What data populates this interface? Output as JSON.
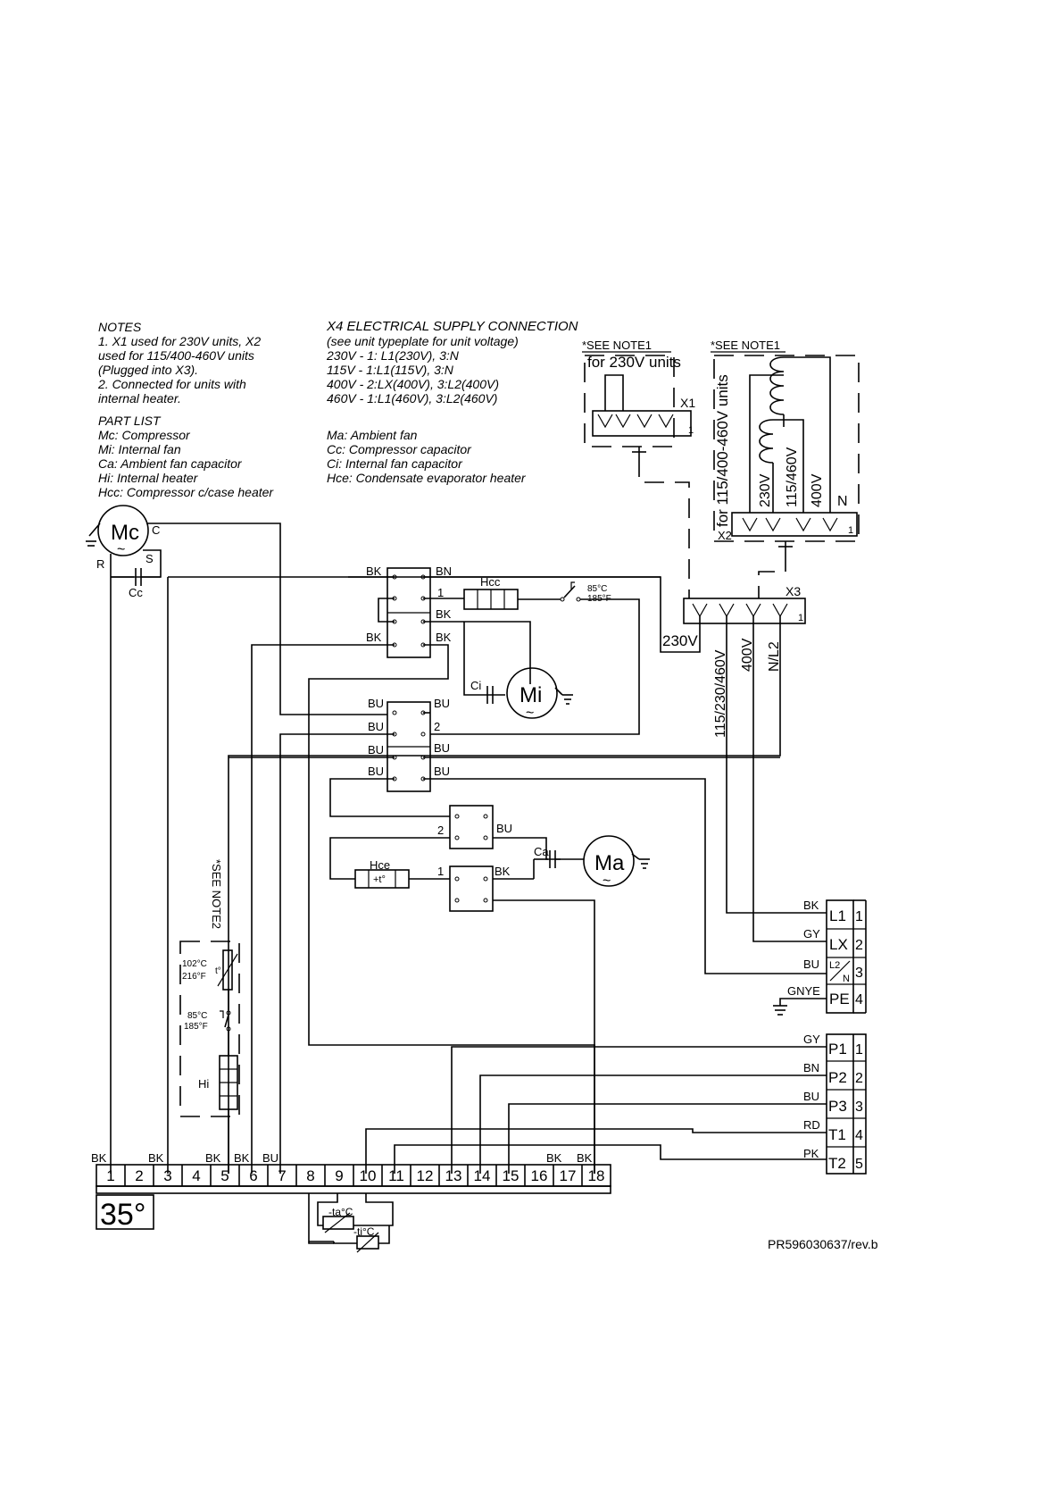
{
  "notes": {
    "title": "NOTES",
    "lines": [
      "1. X1 used for 230V units, X2",
      "used for 115/400-460V units",
      "(Plugged into X3).",
      "2. Connected for units with",
      "internal heater."
    ]
  },
  "parts": {
    "title": "PART LIST",
    "left": [
      "Mc: Compressor",
      "Mi: Internal fan",
      "Ca: Ambient fan capacitor",
      "Hi: Internal heater",
      "Hcc: Compressor c/case heater"
    ],
    "right": [
      "Ma: Ambient fan",
      "Cc: Compressor capacitor",
      "Ci: Internal fan capacitor",
      "Hce: Condensate evaporator heater"
    ]
  },
  "supply": {
    "title": "X4 ELECTRICAL SUPPLY CONNECTION",
    "lines": [
      "(see unit typeplate for unit voltage)",
      "230V - 1: L1(230V), 3:N",
      "115V - 1:L1(115V), 3:N",
      "400V - 2:LX(400V), 3:L2(400V)",
      "460V - 1:L1(460V), 3:L2(460V)"
    ]
  },
  "x1": {
    "note": "*SEE NOTE1",
    "title": "for 230V units",
    "label": "X1",
    "pin": "1"
  },
  "x2": {
    "note": "*SEE NOTE1",
    "title": "for 115/400-460V units",
    "label": "X2",
    "pin": "1",
    "taps": [
      "230V",
      "115/460V",
      "400V",
      "N"
    ]
  },
  "x3": {
    "label": "X3",
    "pin": "1",
    "feed230": "230V",
    "feeds": [
      "115/230/460V",
      "400V",
      "N/L2"
    ]
  },
  "components": {
    "mc": "Mc",
    "mi": "Mi",
    "ma": "Ma",
    "cc": "Cc",
    "ci": "Ci",
    "ca": "Ca",
    "hcc": "Hcc",
    "hce": "Hce",
    "hce_temp": "+t°",
    "hi": "Hi",
    "mc_c": "C",
    "mc_r": "R",
    "mc_s": "S",
    "tilde": "~",
    "thermo_hcc": [
      "85°C",
      "185°F"
    ],
    "thermo_hi_top": [
      "102°C",
      "216°F"
    ],
    "thermo_hi_mid": [
      "85°C",
      "185°F"
    ],
    "t_symbol": "t°",
    "see_note2": "*SEE NOTE2",
    "sensor_ta": "-ta°C",
    "sensor_ti": "-ti°C"
  },
  "relay1": {
    "tl": "BK",
    "tr": "BN",
    "r2": "1",
    "r3": "BK",
    "bl": "BK",
    "br": "BK"
  },
  "relay2": {
    "l1": "BU",
    "r1": "BU",
    "l2": "BU",
    "r2": "2",
    "l3": "BU",
    "r3": "BU",
    "l4": "BU",
    "r4": "BU"
  },
  "relay3": {
    "l": "2",
    "r": "BU"
  },
  "relay4": {
    "l": "1",
    "r": "BK"
  },
  "x4": {
    "pins": [
      {
        "wire": "BK",
        "label": "L1",
        "num": "1"
      },
      {
        "wire": "GY",
        "label": "LX",
        "num": "2"
      },
      {
        "wire": "BU",
        "label_a": "L2",
        "label_b": "N",
        "num": "3"
      },
      {
        "wire": "GNYE",
        "label": "PE",
        "num": "4"
      }
    ]
  },
  "x5": {
    "pins": [
      {
        "wire": "GY",
        "label": "P1",
        "num": "1"
      },
      {
        "wire": "BN",
        "label": "P2",
        "num": "2"
      },
      {
        "wire": "BU",
        "label": "P3",
        "num": "3"
      },
      {
        "wire": "RD",
        "label": "T1",
        "num": "4"
      },
      {
        "wire": "PK",
        "label": "T2",
        "num": "5"
      }
    ]
  },
  "terminal": {
    "numbers": [
      "1",
      "2",
      "3",
      "4",
      "5",
      "6",
      "7",
      "8",
      "9",
      "10",
      "11",
      "12",
      "13",
      "14",
      "15",
      "16",
      "17",
      "18"
    ],
    "wires": [
      "BK",
      "BK",
      "BK",
      "BK",
      "BU",
      "BK",
      "BK"
    ],
    "display": "35°"
  },
  "ref": "PR596030637/rev.b"
}
